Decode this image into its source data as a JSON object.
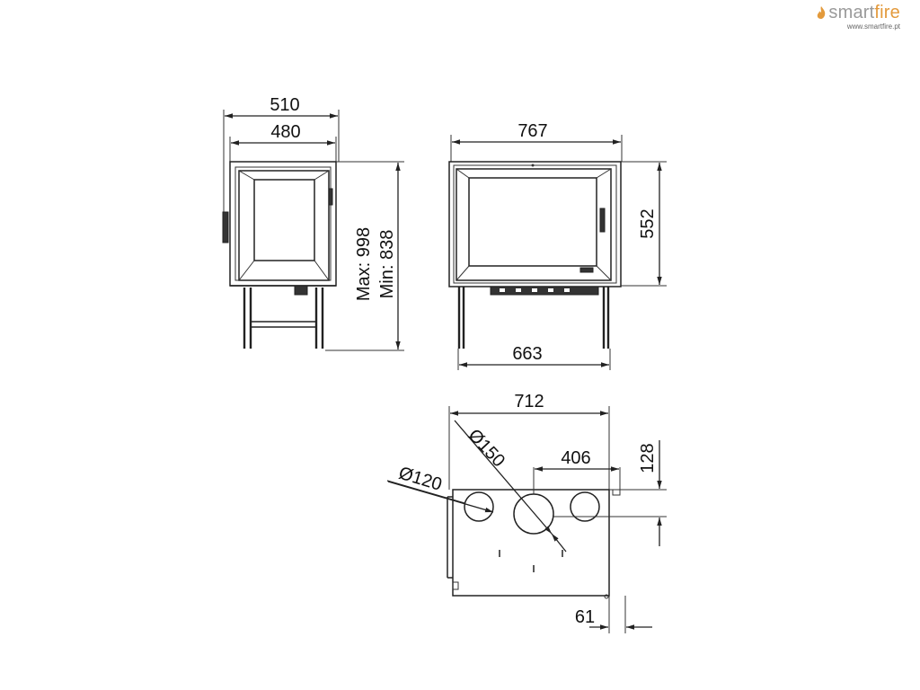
{
  "brand": {
    "name_part1": "smart",
    "name_part2": "fire",
    "url": "www.smartfire.pt",
    "colors": {
      "gray": "#9a9a9a",
      "orange": "#e39a3c"
    }
  },
  "side_view": {
    "width_outer": "510",
    "width_inner": "480",
    "height_max": "Max: 998",
    "height_min": "Min: 838"
  },
  "front_view": {
    "width_top": "767",
    "height": "552",
    "width_legs": "663"
  },
  "top_view": {
    "width": "712",
    "diameter_large": "Ø150",
    "diameter_small": "Ø120",
    "offset_horizontal": "406",
    "offset_vertical": "128",
    "offset_bottom": "61"
  }
}
